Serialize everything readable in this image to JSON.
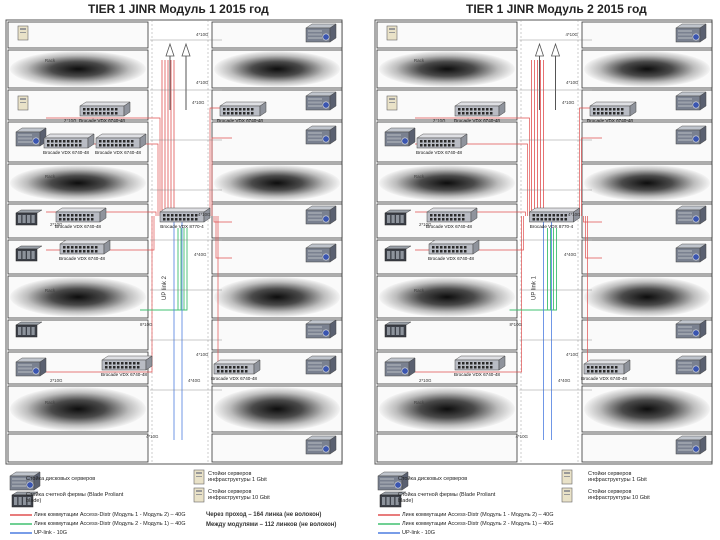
{
  "modules": [
    {
      "title": "TIER 1 JINR Модуль 1 2015 год",
      "vertical_link_label": "UP link 2",
      "rack_label": "Rack",
      "switches": [
        {
          "label": "Brocade VDX 6740-48"
        },
        {
          "label": "Brocade VDX 6740-48"
        },
        {
          "label": "Brocade VDX 6740-48"
        },
        {
          "label": "Brocade VDX 6740-48"
        },
        {
          "label": "Brocade VDX 8770-4"
        },
        {
          "label": "Brocade VDX 6740-48"
        },
        {
          "label": "Brocade VDX 6740-48"
        }
      ],
      "port_labels": [
        "4*10G",
        "2*10G",
        "4*10G",
        "4*10G",
        "2*10G",
        "4*40G",
        "8*10G",
        "4*10G",
        "2*10G",
        "4*40G",
        "4*10G",
        "4*10G"
      ]
    },
    {
      "title": "TIER 1 JINR Модуль 2 2015 год",
      "vertical_link_label": "UP link 1",
      "rack_label": "Rack",
      "switches": [
        {
          "label": "Brocade VDX 6740-48"
        },
        {
          "label": "Brocade VDX 6740-48"
        },
        {
          "label": "Brocade VDX 6740-48"
        },
        {
          "label": "Brocade VDX 8770-4"
        },
        {
          "label": "Brocade VDX 6740-48"
        },
        {
          "label": "Brocade VDX 6740-48"
        }
      ],
      "port_labels": [
        "4*10G",
        "2*10G",
        "4*10G",
        "4*10G",
        "2*10G",
        "4*40G",
        "8*10G",
        "4*10G",
        "2*10G",
        "4*40G",
        "4*10G",
        "4*10G"
      ]
    }
  ],
  "legend": {
    "items_left": [
      {
        "label": "Стойка дисковых серверов"
      },
      {
        "label": "Стойка счетной фермы (Blade Proliant blade)"
      }
    ],
    "items_right": [
      {
        "label": "Стойки серверов инфраструктуры 1 Gbit"
      },
      {
        "label": "Стойки серверов инфраструктуры 10 Gbit"
      }
    ],
    "lines": [
      {
        "label": "Линк коммутации Access-Distr (Модуль 1 - Модуль 2) – 40G",
        "color": "#e05050"
      },
      {
        "label": "Линк коммутации Access-Distr (Модуль 2 - Модуль 1) – 40G",
        "color": "#40c070"
      },
      {
        "label": "UP-link - 10G",
        "color": "#4d7de0"
      }
    ],
    "note_line1": "Через проход – 164 линка (не волокон)",
    "note_line2": "Между модулями – 112 линков (не волокон)",
    "module2_lines": [
      {
        "label": "Линк коммутации Access-Distr (Модуль 1 - Модуль 2) – 40G"
      },
      {
        "label": "Линк коммутации Access-Distr (Модуль 2 - Модуль 1) – 40G"
      },
      {
        "label": "UP-link - 10G"
      }
    ]
  },
  "colors": {
    "red_link": "#e05050",
    "green_link": "#40c070",
    "blue_link": "#4d7de0",
    "rack_dark": "#1a1a1a",
    "rack_light": "#f2f2f2",
    "frame": "#555555"
  }
}
